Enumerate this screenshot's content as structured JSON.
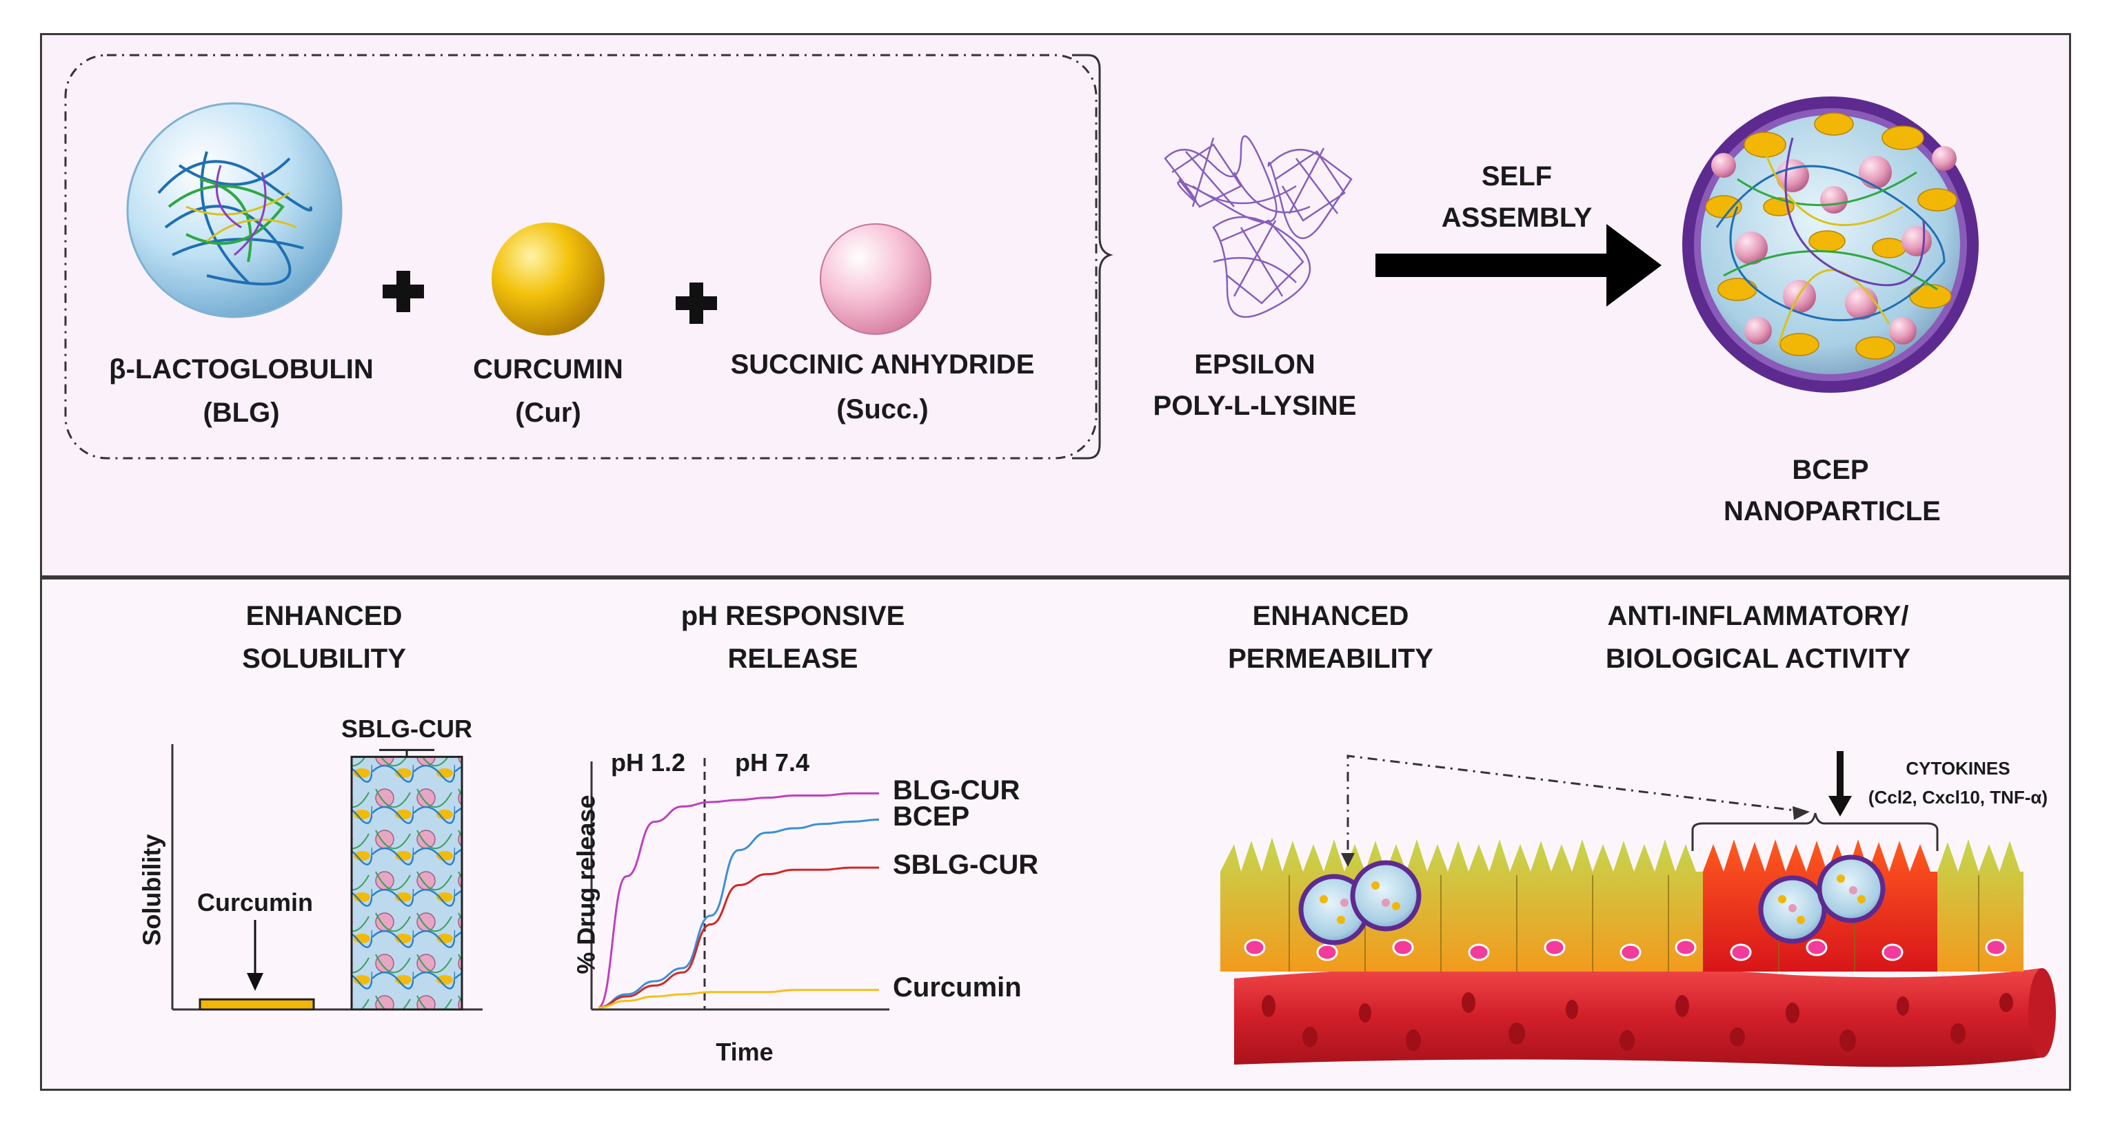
{
  "top": {
    "blg_label": "β-LACTOGLOBULIN",
    "blg_abbr": "(BLG)",
    "cur_label": "CURCUMIN",
    "cur_abbr": "(Cur)",
    "succ_label": "SUCCINIC ANHYDRIDE",
    "succ_abbr": "(Succ.)",
    "epl_line1": "EPSILON",
    "epl_line2": "POLY-L-LYSINE",
    "arrow_line1": "SELF",
    "arrow_line2": "ASSEMBLY",
    "np_line1": "BCEP",
    "np_line2": "NANOPARTICLE"
  },
  "bottom": {
    "solubility_title1": "ENHANCED",
    "solubility_title2": "SOLUBILITY",
    "release_title1": "pH RESPONSIVE",
    "release_title2": "RELEASE",
    "permeability_title1": "ENHANCED",
    "permeability_title2": "PERMEABILITY",
    "activity_title1": "ANTI-INFLAMMATORY/",
    "activity_title2": "BIOLOGICAL ACTIVITY",
    "cytokines_line1": "CYTOKINES",
    "cytokines_line2": "(Ccl2, Cxcl10, TNF-α)"
  },
  "colors": {
    "blg": "#a9d6ee",
    "curcumin": "#f2b705",
    "succinic": "#f6b8cf",
    "epl": "#7b4fb3",
    "shell": "#6a2f9a",
    "cell_green": "#b5c94a",
    "cell_orange": "#f59a1f",
    "inflamed": "#e8241a",
    "vessel": "#d9252e",
    "blg_cur_line": "#c03fc0",
    "bcep_line": "#3a8fd8",
    "sblg_line": "#d42626",
    "curcumin_line": "#f2c11a"
  },
  "chart_data": [
    {
      "type": "bar",
      "ylabel": "Solubility",
      "categories": [
        "Curcumin",
        "SBLG-CUR"
      ],
      "values": [
        4,
        100
      ],
      "ylim": [
        0,
        105
      ]
    },
    {
      "type": "line",
      "xlabel": "Time",
      "ylabel": "% Drug release",
      "regions": [
        "pH 1.2",
        "pH 7.4"
      ],
      "x": [
        0,
        1,
        2,
        3,
        4,
        5,
        6,
        7,
        8,
        9,
        10
      ],
      "ylim": [
        0,
        100
      ],
      "series": [
        {
          "name": "BLG-CUR",
          "color": "#c03fc0",
          "values": [
            0,
            60,
            85,
            92,
            94,
            95,
            96,
            97,
            97,
            98,
            98
          ]
        },
        {
          "name": "BCEP",
          "color": "#3a8fd8",
          "values": [
            0,
            6,
            12,
            18,
            42,
            72,
            80,
            82,
            84,
            85,
            86
          ]
        },
        {
          "name": "SBLG-CUR",
          "color": "#d42626",
          "values": [
            0,
            5,
            10,
            16,
            38,
            56,
            61,
            63,
            63,
            64,
            64
          ]
        },
        {
          "name": "Curcumin",
          "color": "#f2c11a",
          "values": [
            0,
            3,
            5,
            6,
            7,
            7,
            7,
            8,
            8,
            8,
            8
          ]
        }
      ]
    }
  ]
}
